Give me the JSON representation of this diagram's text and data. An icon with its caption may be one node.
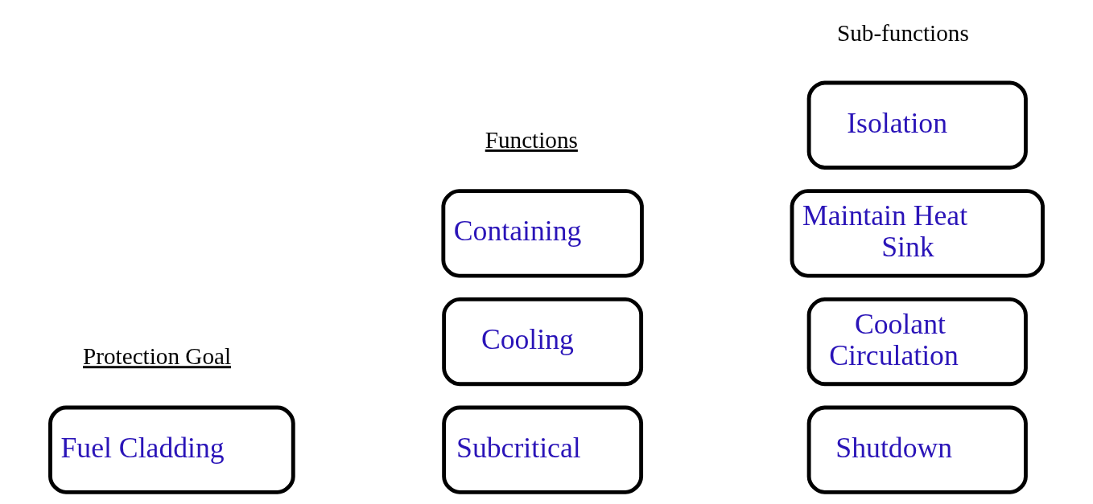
{
  "diagram": {
    "nodes": [
      {
        "text": [
          "Fuel Cladding"
        ]
      },
      {
        "text": [
          "Subcritical"
        ]
      },
      {
        "text": [
          "Cooling"
        ]
      },
      {
        "text": [
          "Containing"
        ]
      },
      {
        "text": [
          "Shutdown"
        ]
      },
      {
        "text": [
          "Coolant Circulation"
        ]
      },
      {
        "text": [
          "Maintain Heat Sink"
        ]
      },
      {
        "text": [
          "Isolation"
        ]
      }
    ],
    "edges": [],
    "labels": [
      "Protection Goal",
      "Functions",
      "Sub-functions"
    ]
  }
}
